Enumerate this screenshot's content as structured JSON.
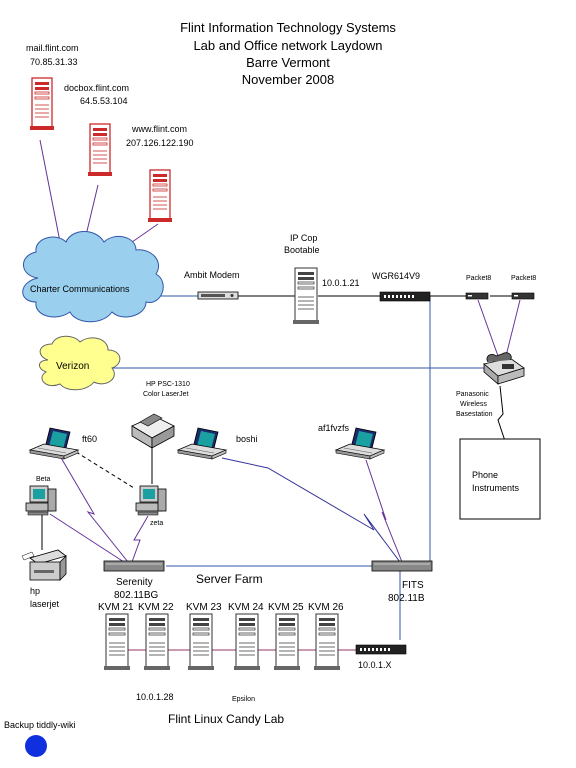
{
  "title": {
    "line1": "Flint Information Technology Systems",
    "line2": "Lab and Office network  Laydown",
    "line3": "Barre Vermont",
    "line4": "November 2008"
  },
  "servers": {
    "mail": {
      "name": "mail.flint.com",
      "ip": "70.85.31.33"
    },
    "docbox": {
      "name": "docbox.flint.com",
      "ip": "64.5.53.104"
    },
    "www": {
      "name": "www.flint.com",
      "ip": "207.126.122.190"
    }
  },
  "clouds": {
    "charter": "Charter Communications",
    "verizon": "Verizon"
  },
  "gateway": {
    "modem": "Ambit Modem",
    "ipcop_line1": "IP Cop",
    "ipcop_line2": "Bootable",
    "ipcop_ip": "10.0.1.21",
    "router": "WGR614V9"
  },
  "phones": {
    "packet1": "Packet8",
    "packet2": "Packet8",
    "base_line1": "Panasonic",
    "base_line2": "Wireless",
    "base_line3": "Basestation",
    "box_line1": "Phone",
    "box_line2": "Instruments"
  },
  "workstations": {
    "printer_line1": "HP PSC-1310",
    "printer_line2": "Color LaserJet",
    "ft60": "ft60",
    "boshi": "boshi",
    "af1fvzfs": "af1fvzfs",
    "beta": "Beta",
    "zeta": "zeta",
    "hp_line1": "hp",
    "hp_line2": "laserjet"
  },
  "farm": {
    "title": "Server Farm",
    "serenity_line1": "Serenity",
    "serenity_line2": "802.11BG",
    "fits_line1": "FITS",
    "fits_line2": "802.11B"
  },
  "lab": {
    "kvm21": "KVM 21",
    "kvm22": "KVM 22",
    "kvm23": "KVM 23",
    "kvm24": "KVM 24",
    "kvm25": "KVM 25",
    "kvm26": "KVM 26",
    "ip1": "10.0.1.28",
    "epsilon": "Epsilon",
    "switch_ip": "10.0.1.X",
    "title": "Flint Linux Candy Lab"
  },
  "backup": "Backup tiddly-wiki",
  "colors": {
    "server_red": "#cc2a2a",
    "cloud_blue": "#9ad0ee",
    "cloud_yellow": "#ffff90",
    "link_purple": "#663399",
    "link_blue": "#3355aa",
    "link_magenta": "#993366",
    "backup_dot": "#1030e0"
  }
}
